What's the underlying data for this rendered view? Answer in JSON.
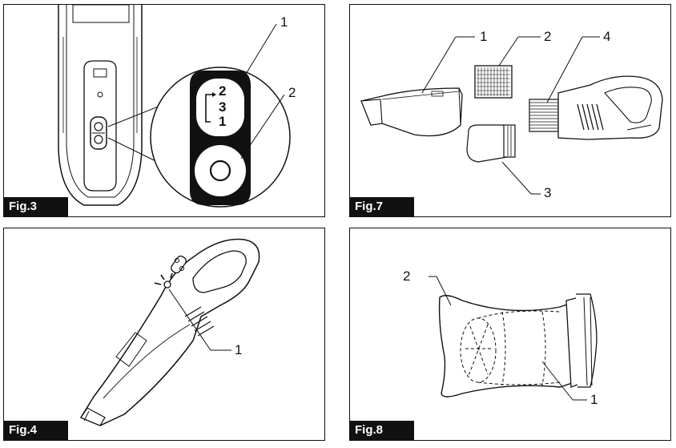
{
  "figures": [
    {
      "id": "fig3",
      "label": "Fig.3",
      "callouts": [
        "1",
        "2"
      ],
      "switch_markings": [
        "2",
        "3",
        "1"
      ]
    },
    {
      "id": "fig7",
      "label": "Fig.7",
      "callouts": [
        "1",
        "2",
        "4",
        "3"
      ]
    },
    {
      "id": "fig4",
      "label": "Fig.4",
      "callouts": [
        "1"
      ]
    },
    {
      "id": "fig8",
      "label": "Fig.8",
      "callouts": [
        "2",
        "1"
      ]
    }
  ]
}
